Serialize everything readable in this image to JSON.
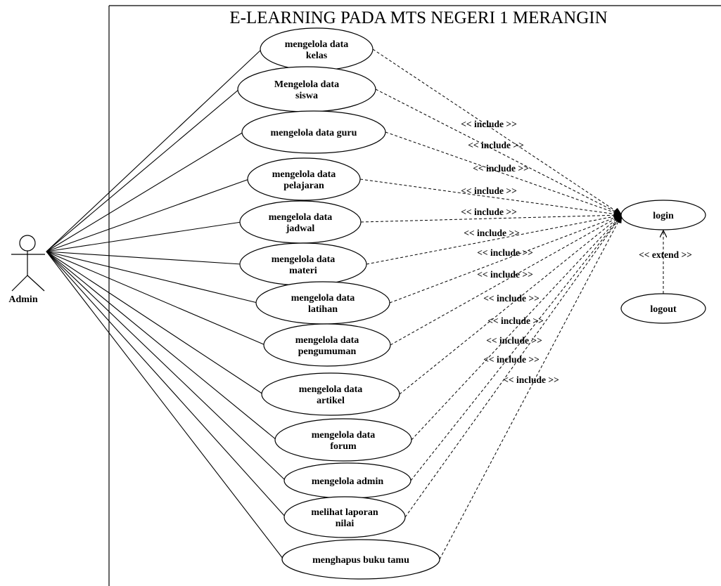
{
  "diagram": {
    "title": "E-LEARNING PADA MTS NEGERI 1 MERANGIN",
    "actor": {
      "name": "Admin"
    },
    "use_cases": [
      {
        "id": "uc-kelas",
        "lines": [
          "mengelola data",
          "kelas"
        ]
      },
      {
        "id": "uc-siswa",
        "lines": [
          "Mengelola data",
          "siswa"
        ]
      },
      {
        "id": "uc-guru",
        "lines": [
          "mengelola data guru"
        ]
      },
      {
        "id": "uc-pelajaran",
        "lines": [
          "mengelola data",
          "pelajaran"
        ]
      },
      {
        "id": "uc-jadwal",
        "lines": [
          "mengelola data",
          "jadwal"
        ]
      },
      {
        "id": "uc-materi",
        "lines": [
          "mengelola data",
          "materi"
        ]
      },
      {
        "id": "uc-latihan",
        "lines": [
          "mengelola data",
          "latihan"
        ]
      },
      {
        "id": "uc-pengumuman",
        "lines": [
          "mengelola data",
          "pengumuman"
        ]
      },
      {
        "id": "uc-artikel",
        "lines": [
          "mengelola data",
          "artikel"
        ]
      },
      {
        "id": "uc-forum",
        "lines": [
          "mengelola data",
          "forum"
        ]
      },
      {
        "id": "uc-admin",
        "lines": [
          "mengelola admin"
        ]
      },
      {
        "id": "uc-laporan",
        "lines": [
          "melihat laporan",
          "nilai"
        ]
      },
      {
        "id": "uc-bukutamu",
        "lines": [
          "menghapus buku tamu"
        ]
      }
    ],
    "login": {
      "lines": [
        "login"
      ]
    },
    "logout": {
      "lines": [
        "logout"
      ]
    },
    "include_label": "<< include >>",
    "extend_label": "<< extend >>"
  }
}
